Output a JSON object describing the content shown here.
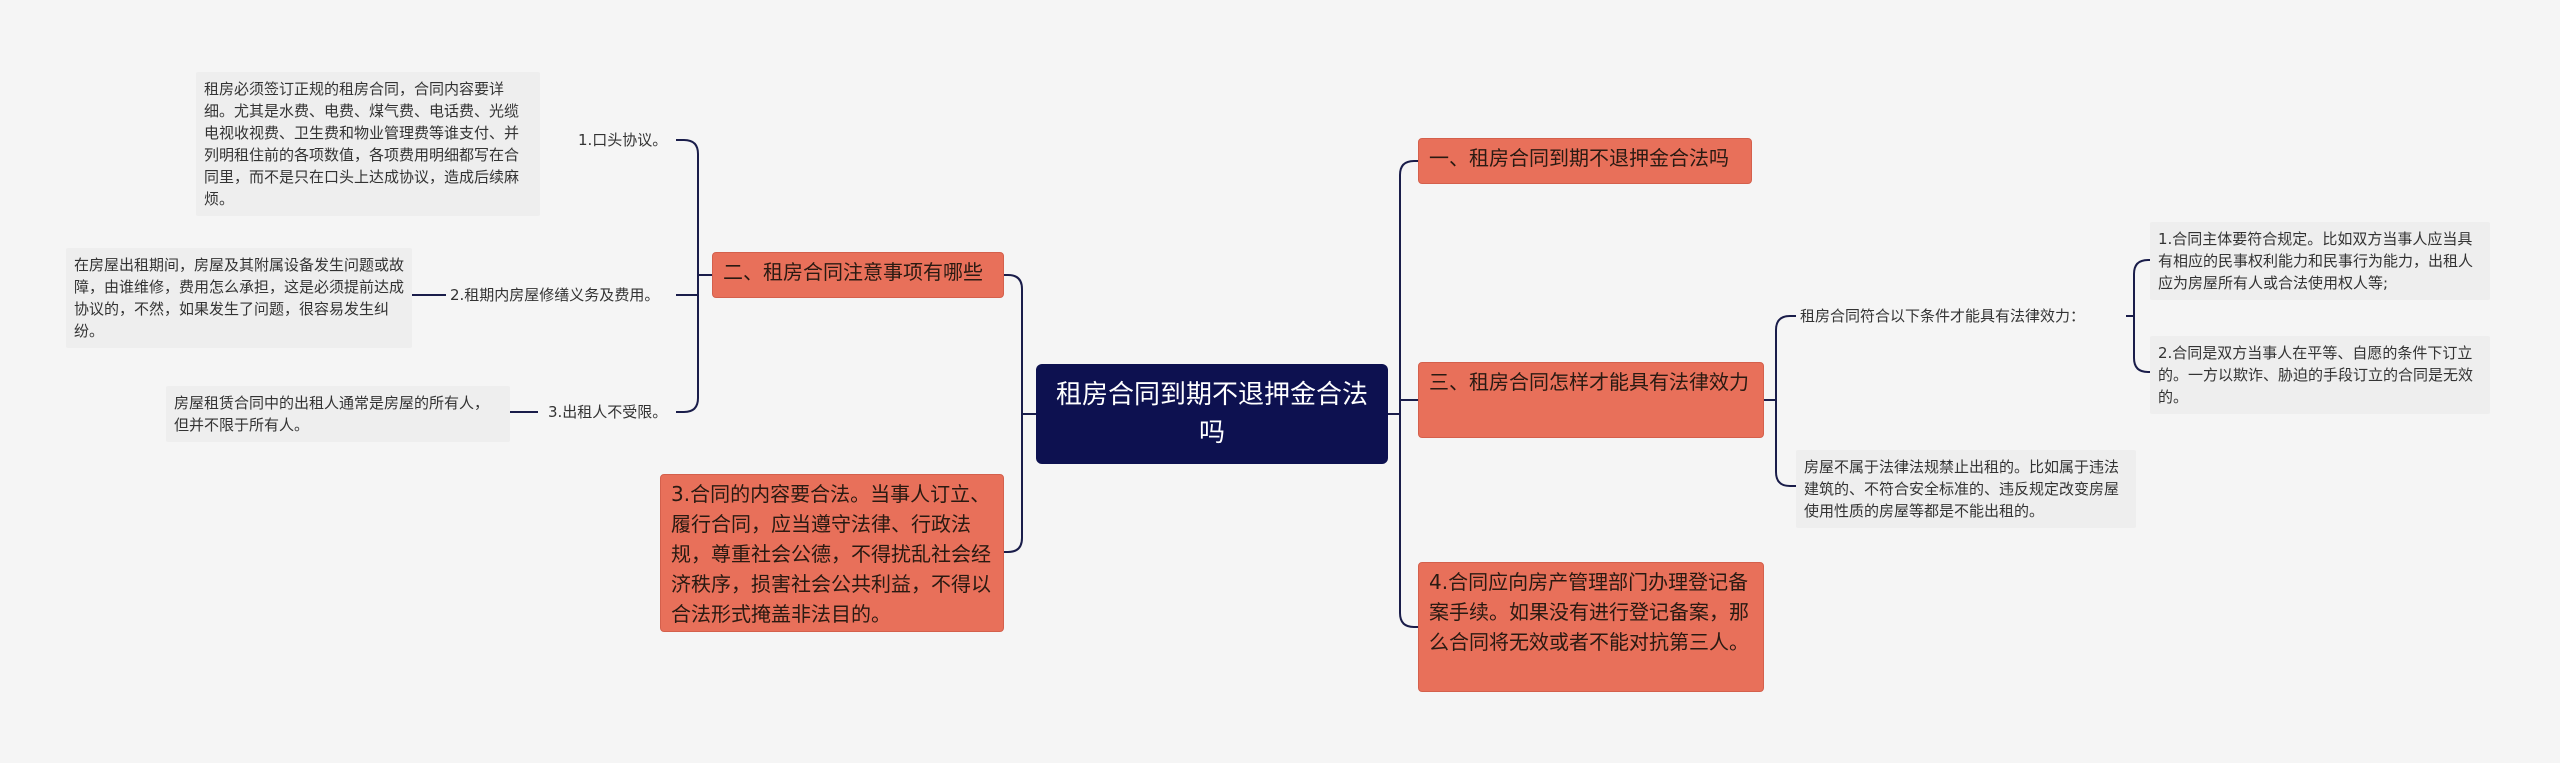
{
  "central": "租房合同到期不退押金合法吗",
  "left": {
    "branch2": {
      "title": "二、租房合同注意事项有哪些",
      "items": [
        {
          "label": "1.口头协议。",
          "note": "租房必须签订正规的租房合同，合同内容要详细。尤其是水费、电费、煤气费、电话费、光缆电视收视费、卫生费和物业管理费等谁支付、并列明租住前的各项数值，各项费用明细都写在合同里，而不是只在口头上达成协议，造成后续麻烦。"
        },
        {
          "label": "2.租期内房屋修缮义务及费用。",
          "note": "在房屋出租期间，房屋及其附属设备发生问题或故障，由谁维修，费用怎么承担，这是必须提前达成协议的，不然，如果发生了问题，很容易发生纠纷。"
        },
        {
          "label": "3.出租人不受限。",
          "note": "房屋租赁合同中的出租人通常是房屋的所有人，但并不限于所有人。"
        }
      ]
    },
    "item3": "3.合同的内容要合法。当事人订立、履行合同，应当遵守法律、行政法规，尊重社会公德，不得扰乱社会经济秩序，损害社会公共利益，不得以合法形式掩盖非法目的。"
  },
  "right": {
    "branch1": "一、租房合同到期不退押金合法吗",
    "branch3": {
      "title": "三、租房合同怎样才能具有法律效力",
      "condition_label": "租房合同符合以下条件才能具有法律效力：",
      "conditions": [
        "1.合同主体要符合规定。比如双方当事人应当具有相应的民事权利能力和民事行为能力，出租人应为房屋所有人或合法使用权人等;",
        "2.合同是双方当事人在平等、自愿的条件下订立的。一方以欺诈、胁迫的手段订立的合同是无效的。"
      ],
      "note2": "房屋不属于法律法规禁止出租的。比如属于违法建筑的、不符合安全标准的、违反规定改变房屋使用性质的房屋等都是不能出租的。"
    },
    "item4": "4.合同应向房产管理部门办理登记备案手续。如果没有进行登记备案，那么合同将无效或者不能对抗第三人。"
  }
}
